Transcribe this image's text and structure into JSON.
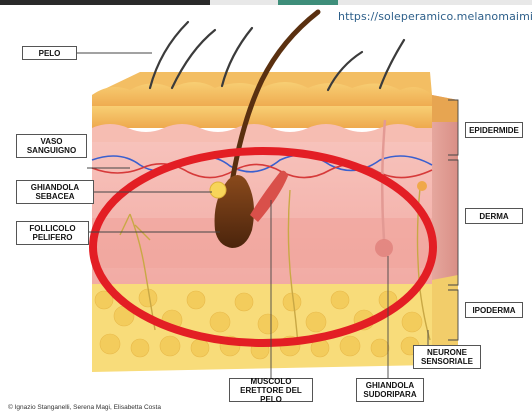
{
  "source_url": "https://soleperamico.melanomaimi.it",
  "labels": {
    "pelo": "PELO",
    "vaso_sanguigno": "VASO SANGUIGNO",
    "ghiandola_sebacea": "GHIANDOLA SEBACEA",
    "follicolo_pilifero": "FOLLICOLO PELIFERO",
    "muscolo_erettore": "MUSCOLO ERETTORE DEL PELO",
    "epidermide": "EPIDERMIDE",
    "derma": "DERMA",
    "ipoderma": "IPODERMA",
    "neurone_sensoriale": "NEURONE SENSORIALE",
    "ghiandola_sudoripara": "GHIANDOLA SUDORIPARA"
  },
  "credit": "© Ignazio Stanganelli, Serena Magi, Elisabetta Costa",
  "colors": {
    "epidermis": "#f5c46a",
    "dermis": "#f4b4ae",
    "hypodermis": "#f8dc7a",
    "highlight_ellipse": "#e31e24",
    "vessel_red": "#d63a3a",
    "vessel_blue": "#3a5fcf"
  }
}
